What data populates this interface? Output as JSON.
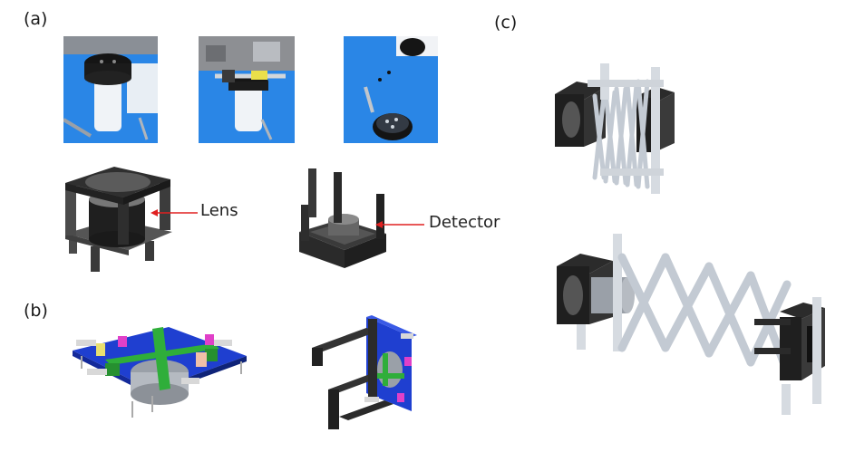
{
  "panels": {
    "a": "(a)",
    "b": "(b)",
    "c": "(c)"
  },
  "callouts": {
    "lens": "Lens",
    "detector": "Detector"
  },
  "colors": {
    "bench_blue": "#1f7fe0",
    "frame_black": "#2b2b2b",
    "plate_blue": "#1f3fd0",
    "bracket_green": "#2fae3a",
    "scissor_grey": "#c3cad3",
    "arrow_red": "#e02020"
  }
}
